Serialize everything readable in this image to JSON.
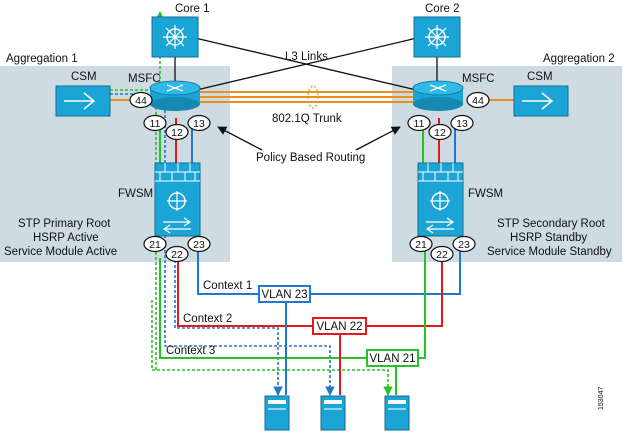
{
  "aggregation1": {
    "title": "Aggregation 1",
    "lines": [
      "STP Primary Root",
      "HSRP Active",
      "Service Module Active"
    ]
  },
  "aggregation2": {
    "title": "Aggregation 2",
    "lines": [
      "STP Secondary Root",
      "HSRP Standby",
      "Service Module Standby"
    ]
  },
  "core1": {
    "label": "Core 1"
  },
  "core2": {
    "label": "Core 2"
  },
  "l3_links": "L3 Links",
  "trunk": "802.1Q Trunk",
  "pbr": "Policy Based Routing",
  "csm_label": "CSM",
  "msfc_label": "MSFC",
  "fwsm_label": "FWSM",
  "ports": {
    "p11": "11",
    "p12": "12",
    "p13": "13",
    "p21": "21",
    "p22": "22",
    "p23": "23",
    "p44": "44"
  },
  "contexts": [
    "Context 1",
    "Context 2",
    "Context 3"
  ],
  "vlans": [
    {
      "label": "VLAN 23",
      "color": "#1f78d1"
    },
    {
      "label": "VLAN 22",
      "color": "#e8171b"
    },
    {
      "label": "VLAN 21",
      "color": "#27c22a"
    }
  ],
  "figure_id": "153047",
  "colors": {
    "panel": "#cfdbe3",
    "device_blue": "#1aa5d6",
    "trunk_orange": "#e8921e",
    "green": "#27c22a",
    "red": "#e8171b",
    "blue": "#1f78d1"
  }
}
